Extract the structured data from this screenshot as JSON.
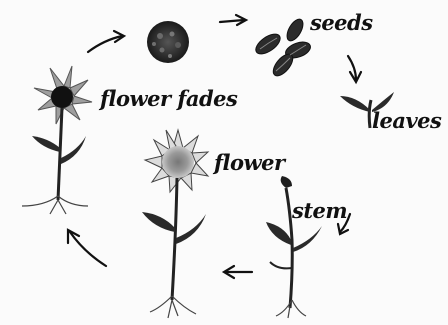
{
  "labels": {
    "seeds": "seeds",
    "leaves": "leaves",
    "stem": "stem",
    "flower": "flower",
    "flower_fades": "flower fades"
  }
}
